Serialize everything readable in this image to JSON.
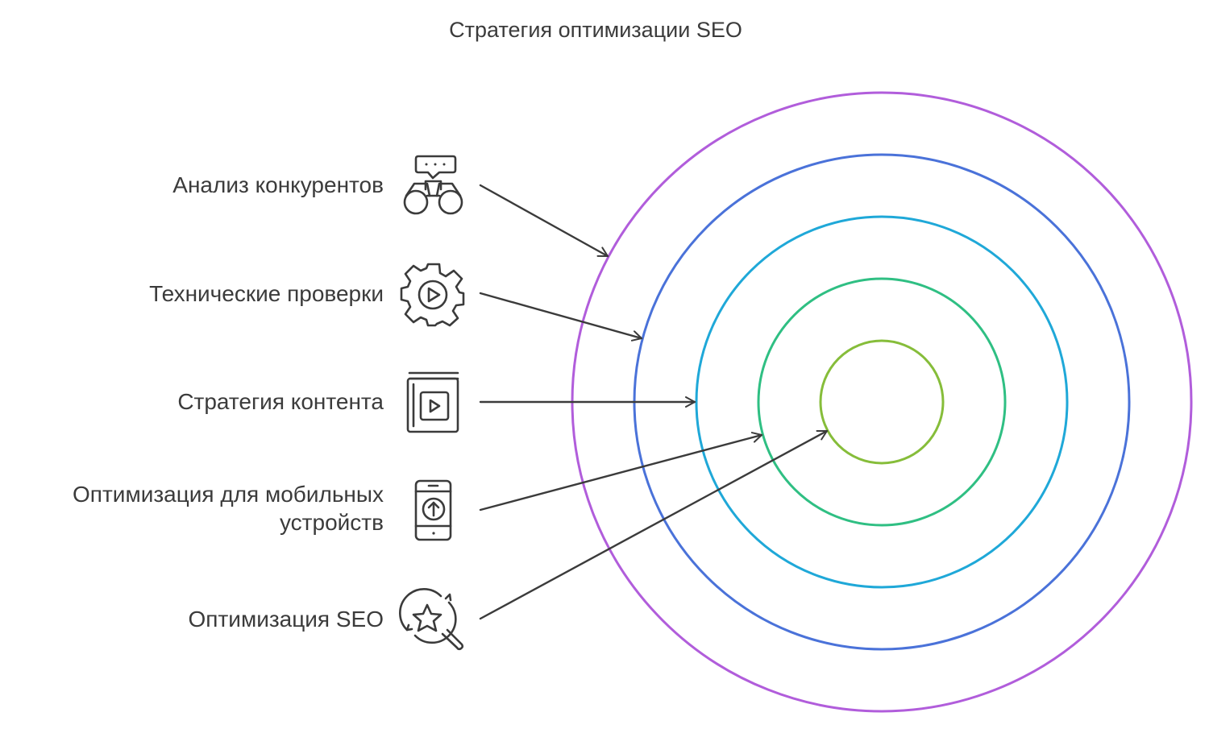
{
  "title": "Стратегия оптимизации SEO",
  "items": [
    {
      "label": "Анализ конкурентов",
      "icon": "binoculars-icon",
      "ring": "ring-1"
    },
    {
      "label": "Технические проверки",
      "icon": "gear-play-icon",
      "ring": "ring-2"
    },
    {
      "label": "Стратегия контента",
      "icon": "video-book-icon",
      "ring": "ring-3"
    },
    {
      "label_lines": [
        "Оптимизация для мобильных",
        "устройств"
      ],
      "icon": "mobile-upload-icon",
      "ring": "ring-4"
    },
    {
      "label": "Оптимизация SEO",
      "icon": "star-search-icon",
      "ring": "ring-5"
    }
  ],
  "rings": [
    {
      "name": "ring-1",
      "color": "#b15ddb"
    },
    {
      "name": "ring-2",
      "color": "#4a72d9"
    },
    {
      "name": "ring-3",
      "color": "#1fa8d8"
    },
    {
      "name": "ring-4",
      "color": "#2fbf83"
    },
    {
      "name": "ring-5",
      "color": "#86bd3a"
    }
  ],
  "colors": {
    "text": "#3b3b3b",
    "arrow": "#3b3b3b",
    "icon": "#3b3b3b"
  }
}
